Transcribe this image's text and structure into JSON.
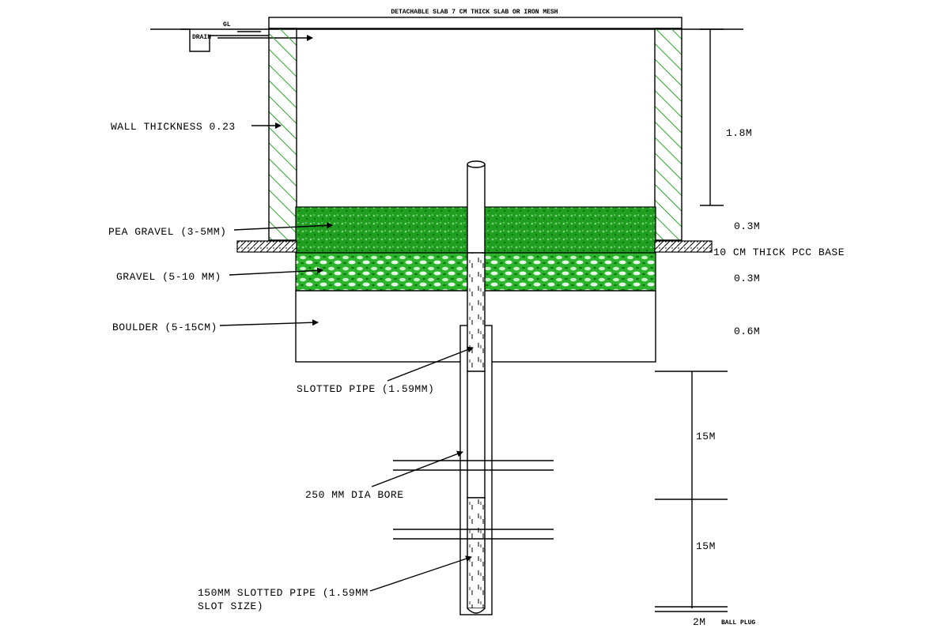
{
  "diagram": {
    "top_slab_label": "DETACHABLE SLAB 7 CM THICK SLAB OR IRON MESH",
    "gl_label": "GL",
    "drain_label": "DRAIN",
    "wall_label": "WALL THICKNESS 0.23",
    "pea_gravel_label": "PEA GRAVEL (3-5MM)",
    "gravel_label": "GRAVEL (5-10 MM)",
    "boulder_label": "BOULDER (5-15CM)",
    "pcc_label": "10 CM THICK PCC BASE",
    "slotted_pipe_label": "SLOTTED PIPE (1.59MM)",
    "bore_label": "250 MM DIA BORE",
    "slotted_pipe_150_line1": "150MM SLOTTED PIPE (1.59MM",
    "slotted_pipe_150_line2": "SLOT SIZE)",
    "dims": {
      "d_1_8": "1.8M",
      "d_0_3a": "0.3M",
      "d_0_3b": "0.3M",
      "d_0_6": "0.6M",
      "d_15a": "15M",
      "d_15b": "15M",
      "d_2": "2M",
      "ball_plug": "BALL PLUG"
    },
    "colors": {
      "pea_gravel": "#1f9e1f",
      "gravel": "#2cb52c",
      "hatch": "#2aa52a",
      "line": "#000000"
    }
  }
}
